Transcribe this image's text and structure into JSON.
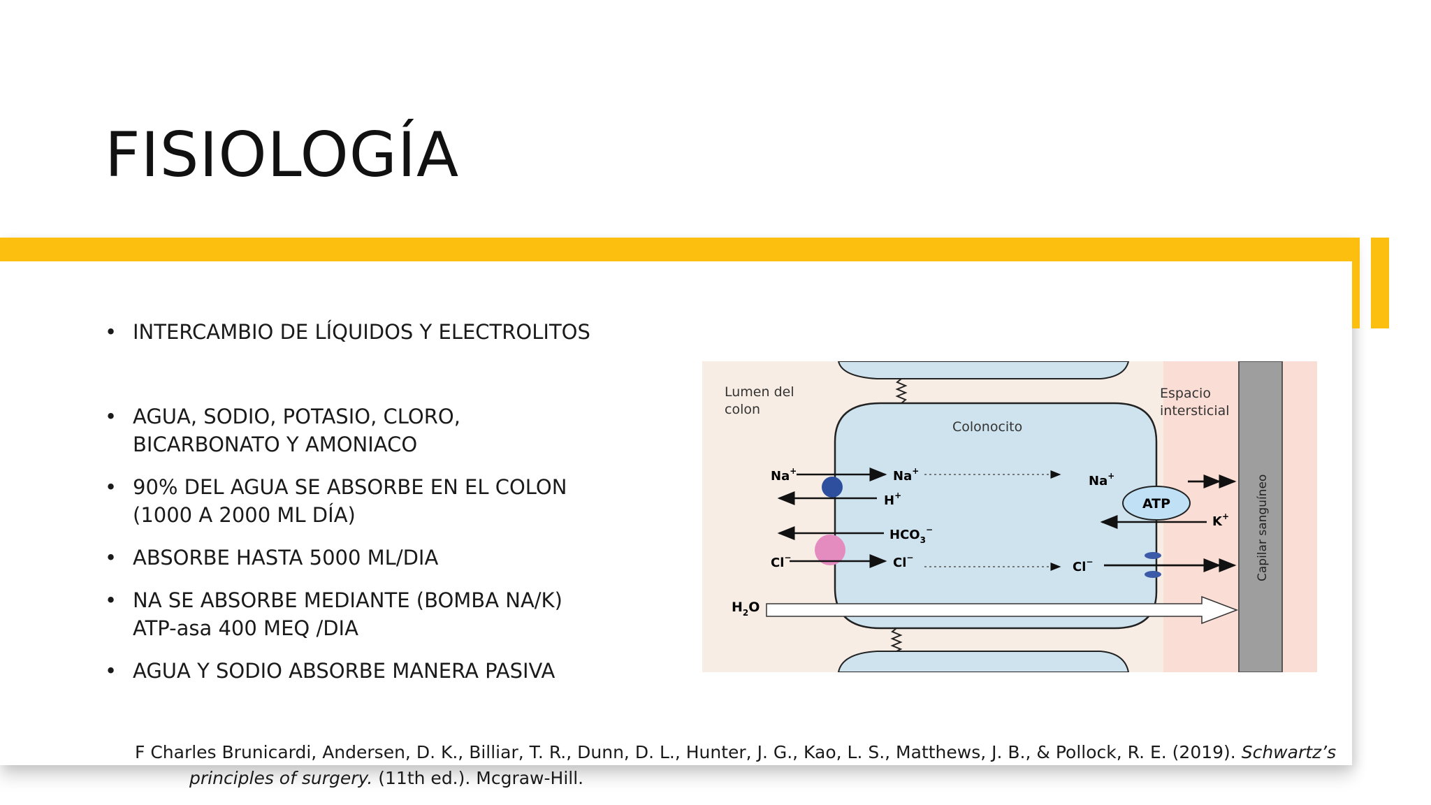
{
  "slide": {
    "title": "FISIOLOGÍA",
    "bullets": [
      "INTERCAMBIO DE LÍQUIDOS Y ELECTROLITOS",
      [
        "AGUA, SODIO, POTASIO, CLORO,",
        "BICARBONATO Y AMONIACO"
      ],
      [
        "90% DEL AGUA SE ABSORBE EN EL COLON",
        "(1000 A 2000 ML DÍA)"
      ],
      "ABSORBE HASTA 5000 ML/DIA",
      [
        "NA SE ABSORBE MEDIANTE (BOMBA NA/K)",
        "ATP-asa  400 MEQ /DIA"
      ],
      "AGUA Y SODIO ABSORBE MANERA PASIVA"
    ],
    "citation": {
      "part1": "F Charles Brunicardi, Andersen, D. K., Billiar, T. R., Dunn, D. L., Hunter, J. G., Kao, L. S., Matthews, J. B., & Pollock, R. E. (2019). ",
      "title_a": "Schwartz’s",
      "title_b": "principles of surgery.",
      "part2": " (11th ed.). Mcgraw-Hill."
    }
  },
  "diagram": {
    "labels": {
      "lumen_1": "Lumen del",
      "lumen_2": "colon",
      "espacio_1": "Espacio",
      "espacio_2": "intersticial",
      "colonocito": "Colonocito",
      "capilar": "Capilar sanguíneo",
      "atp": "ATP"
    },
    "ions": {
      "na": "Na",
      "h": "H",
      "hco3": "HCO",
      "cl": "Cl",
      "k": "K",
      "h2o": "H",
      "h2o_o": "O",
      "sub2": "2",
      "sub3": "3",
      "plus": "+",
      "minus": "−"
    }
  },
  "colors": {
    "accent": "#FDBF0F",
    "lumen_bg": "#F8EDE4",
    "interstitial_bg": "#FADDD4",
    "cell_fill": "#CFE3EF",
    "capillary": "#9E9E9E",
    "transporter_blue": "#2E4F9E",
    "transporter_pink": "#E48BC0",
    "atp_fill": "#BFE0F5"
  }
}
